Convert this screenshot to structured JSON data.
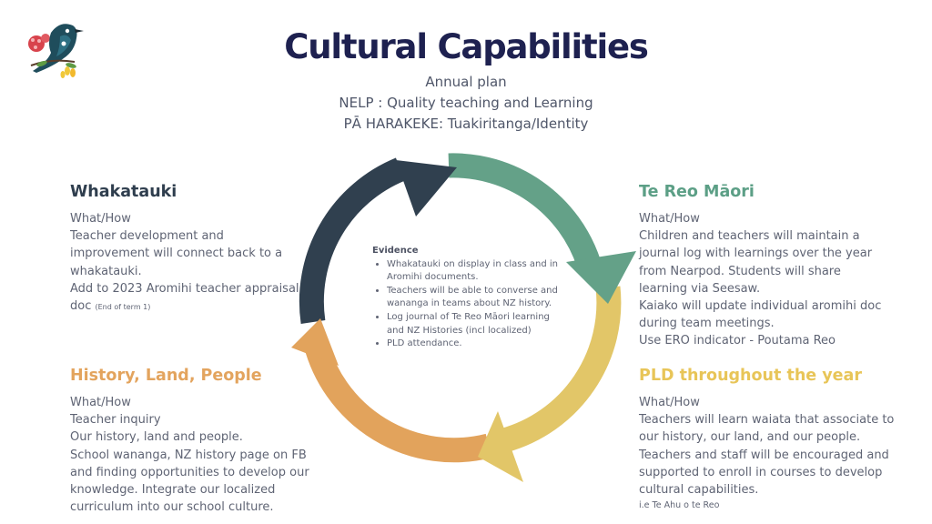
{
  "logo": {
    "icon": "tui-bird-logo-icon"
  },
  "header": {
    "title": "Cultural Capabilities",
    "subtitle_lines": [
      "Annual plan",
      "NELP : Quality teaching and Learning",
      "PĀ HARAKEKE: Tuakiritanga/Identity"
    ]
  },
  "cycle": {
    "colors": {
      "navy": "#30404f",
      "green": "#64a188",
      "yellow": "#e2c668",
      "orange": "#e2a35c"
    }
  },
  "evidence": {
    "title": "Evidence",
    "items": [
      "Whakatauki on display in class and in Aromihi documents.",
      "Teachers will be able to converse and wananga in teams about NZ history.",
      "Log journal of Te Reo Māori learning and NZ Histories (incl localized)",
      "PLD attendance."
    ]
  },
  "sections": {
    "whakatauki": {
      "heading": "Whakatauki",
      "lines": [
        "What/How",
        "Teacher development and",
        "improvement will connect back to a",
        "whakatauki.",
        "Add to 2023 Aromihi teacher appraisal"
      ],
      "last_line": "doc",
      "note": "(End of term 1)"
    },
    "te_reo": {
      "heading": "Te Reo Māori",
      "lines": [
        "What/How",
        "Children and teachers will maintain a",
        "journal log with learnings over the year",
        "from Nearpod. Students will share",
        "learning via Seesaw.",
        "Kaiako will update individual aromihi doc",
        "during team meetings.",
        "Use ERO indicator - Poutama Reo"
      ]
    },
    "history": {
      "heading": "History, Land, People",
      "lines": [
        "What/How",
        "Teacher inquiry",
        "Our history, land and people.",
        "School wananga, NZ history page on FB",
        "and finding opportunities to develop our",
        "knowledge. Integrate our localized",
        "curriculum into our school culture."
      ]
    },
    "pld": {
      "heading": "PLD throughout the year",
      "lines": [
        "What/How",
        "Teachers will learn waiata that associate to",
        "our history, our land, and our people.",
        "Teachers and staff will be encouraged and",
        "supported to enroll in courses to develop",
        "cultural capabilities."
      ],
      "note": "i.e Te Ahu o te Reo"
    }
  }
}
